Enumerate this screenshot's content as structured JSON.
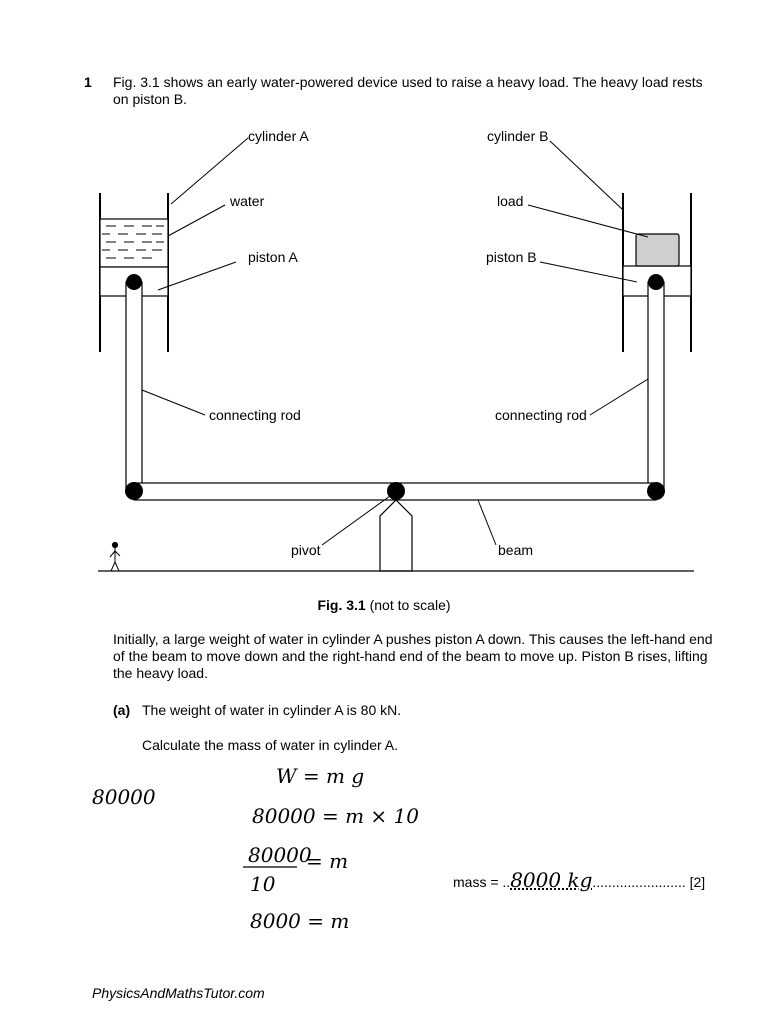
{
  "question": {
    "number": "1",
    "intro": "Fig. 3.1 shows an early water-powered device used to raise a heavy load. The heavy load rests on piston B."
  },
  "figure": {
    "labels": {
      "cylinder_a": "cylinder A",
      "water": "water",
      "piston_a": "piston A",
      "cylinder_b": "cylinder B",
      "load": "load",
      "piston_b": "piston B",
      "connecting_rod_left": "connecting rod",
      "connecting_rod_right": "connecting rod",
      "pivot": "pivot",
      "beam": "beam"
    },
    "caption_bold": "Fig. 3.1",
    "caption_rest": " (not to scale)"
  },
  "paragraph": "Initially, a large weight of water in cylinder A pushes piston A down. This causes the left-hand end of the beam to move down and the right-hand end of the beam to move up. Piston B rises, lifting the heavy load.",
  "part_a": {
    "label": "(a)",
    "statement": "The weight of water in cylinder A is 80 kN.",
    "instruction": "Calculate the mass of water in cylinder A."
  },
  "working": {
    "margin_note": "80000",
    "line1": "W = m g",
    "line2": "80000 = m × 10",
    "frac_num": "80000",
    "frac_den": "10",
    "frac_rhs": "= m",
    "line4": "8000 = m"
  },
  "answer": {
    "prefix": "mass = ",
    "value": "8000 kg",
    "marks": "[2]"
  },
  "footer": "PhysicsAndMathsTutor.com"
}
